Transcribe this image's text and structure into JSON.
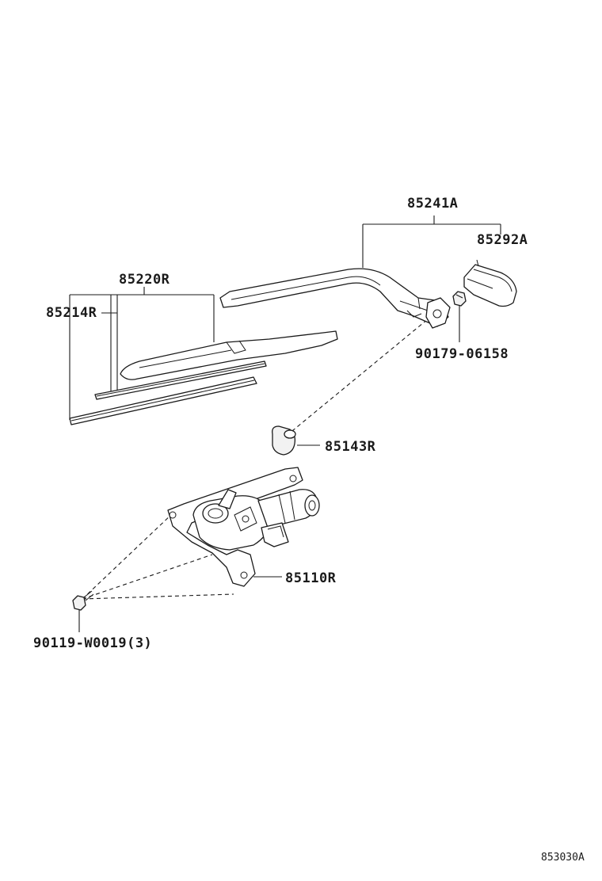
{
  "callouts": {
    "arm_assembly": "85241A",
    "arm_cap": "85292A",
    "blade": "85220R",
    "blade_rubber": "85214R",
    "arm_nut": "90179-06158",
    "pivot_cap": "85143R",
    "motor": "85110R",
    "motor_bolt": "90119-W0019(3)"
  },
  "figure_id": "853030A"
}
